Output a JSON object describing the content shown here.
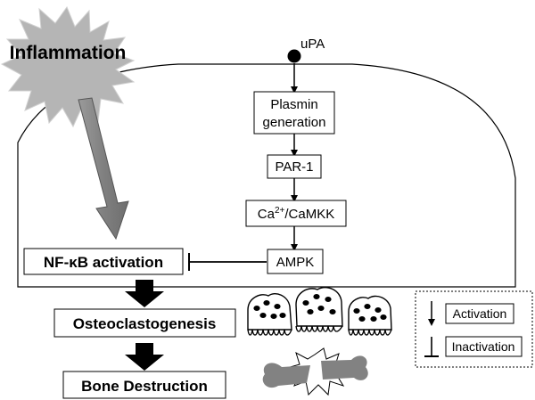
{
  "diagram": {
    "trigger": {
      "label": "Inflammation"
    },
    "ligand": {
      "label": "uPA"
    },
    "pathway": [
      {
        "id": "plasmin",
        "lines": [
          "Plasmin",
          "generation"
        ]
      },
      {
        "id": "par1",
        "lines": [
          "PAR-1"
        ]
      },
      {
        "id": "ca",
        "base": "Ca",
        "sup": "2+",
        "rest": "/CaMKK"
      },
      {
        "id": "ampk",
        "lines": [
          "AMPK"
        ]
      }
    ],
    "nfkb": {
      "prefix": "NF-",
      "greek": "κ",
      "suffix": "B activation"
    },
    "outcomes": [
      {
        "id": "osteoclastogenesis",
        "label": "Osteoclastogenesis"
      },
      {
        "id": "bone-destruction",
        "label": "Bone Destruction"
      }
    ],
    "legend": {
      "activation": "Activation",
      "inactivation": "Inactivation"
    }
  }
}
